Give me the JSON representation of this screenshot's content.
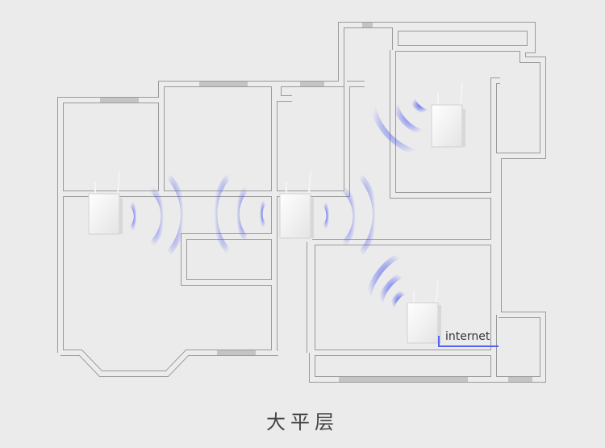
{
  "labels": {
    "internet": "internet",
    "caption": "大平层"
  },
  "colors": {
    "background": "#ebebeb",
    "wall": "#9a9a9a",
    "signal": "#4b5bf0",
    "cable": "#4f63f5"
  },
  "routers": [
    {
      "name": "router-left-room",
      "signal_direction": "right"
    },
    {
      "name": "router-center",
      "signal_direction": "both"
    },
    {
      "name": "router-top-right",
      "signal_direction": "up-left"
    },
    {
      "name": "router-bottom-right",
      "signal_direction": "up-left"
    }
  ]
}
